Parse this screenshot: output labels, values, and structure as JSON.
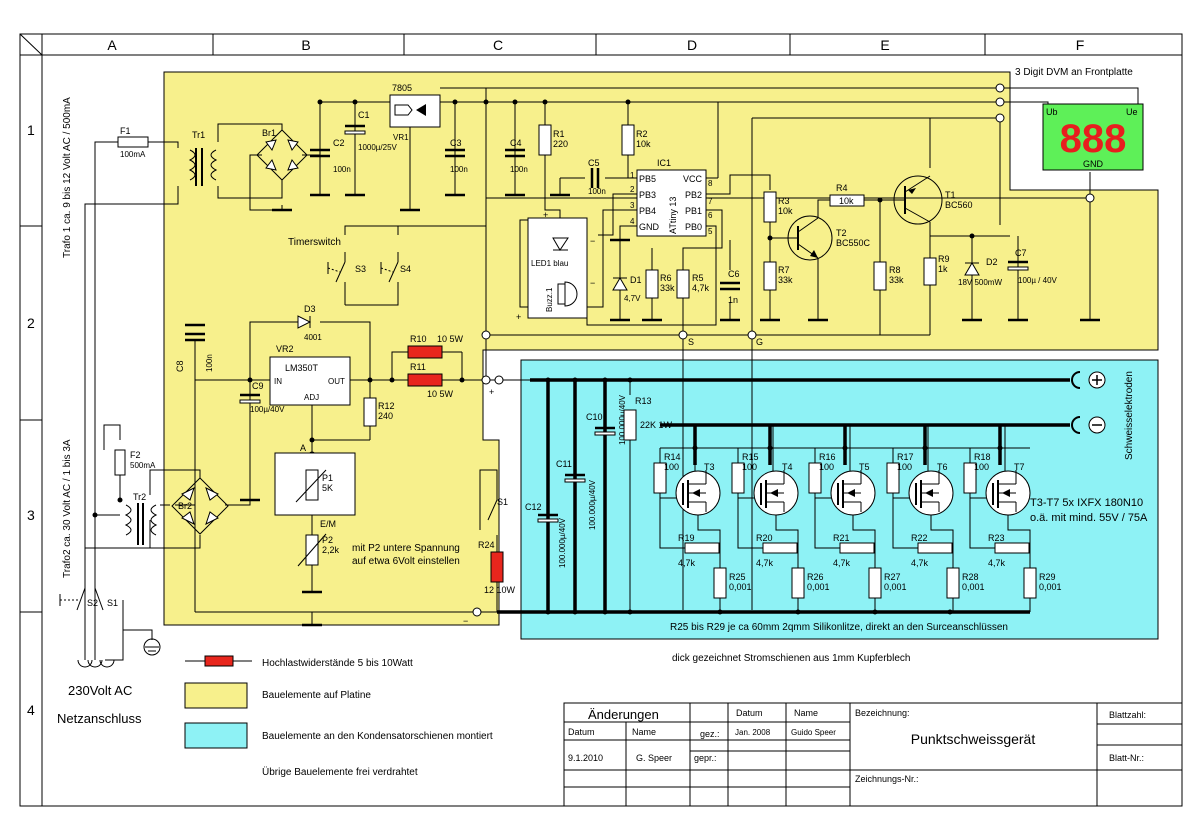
{
  "frame": {
    "columns": [
      "A",
      "B",
      "C",
      "D",
      "E",
      "F"
    ],
    "rows": [
      "1",
      "2",
      "3",
      "4"
    ]
  },
  "side_labels": {
    "trafo1": "Trafo 1 ca. 9 bis 12 Volt AC / 500mA",
    "trafo2": "Trafo2 ca. 30 Volt AC / 1 bis 3A",
    "electrodes": "Schweisselektroden"
  },
  "annotations": {
    "dvm": "3 Digit DVM an Frontplatte",
    "dvm_display": "888",
    "dvm_ub": "Ub",
    "dvm_ue": "Ue",
    "dvm_gnd": "GND",
    "timerswitch": "Timerswitch",
    "p2_note_1": "mit P2 untere Spannung",
    "p2_note_2": "auf etwa 6Volt einstellen",
    "mosfet_note_1": "T3-T7  5x  IXFX 180N10",
    "mosfet_note_2": "o.ä. mit mind. 55V / 75A",
    "r25_note": "R25 bis R29 je ca 60mm 2qmm Silikonlitze, direkt an den Surceanschlüssen",
    "bus_note": "dick gezeichnet Stromschienen aus 1mm Kupferblech",
    "mains_1": "230Volt AC",
    "mains_2": "Netzanschluss",
    "node_s": "S",
    "node_g": "G",
    "node_a": "A",
    "node_em": "E/M",
    "plus": "+",
    "minus": "−"
  },
  "components": {
    "f1": "F1",
    "f1v": "100mA",
    "f2": "F2",
    "f2v": "500mA",
    "tr1": "Tr1",
    "tr2": "Tr2",
    "br1": "Br1",
    "br2": "Br2",
    "c1": "C1",
    "c1v": "1000µ/25V",
    "c2": "C2",
    "c2v": "100n",
    "vr1": "VR1",
    "vr1type": "7805",
    "c3": "C3",
    "c3v": "100n",
    "c4": "C4",
    "c4v": "100n",
    "r1": "R1",
    "r1v": "220",
    "r2": "R2",
    "r2v": "10k",
    "c5": "C5",
    "c5v": "100n",
    "ic1": "IC1",
    "ic1type": "ATtiny 13",
    "pins": [
      "PB5",
      "PB3",
      "PB4",
      "GND",
      "VCC",
      "PB2",
      "PB1",
      "PB0"
    ],
    "pinnums": [
      "1",
      "2",
      "3",
      "4",
      "8",
      "7",
      "6",
      "5"
    ],
    "led1": "LED1 blau",
    "buzz": "Buzz.1",
    "d1": "D1",
    "d1v": "4,7V",
    "r6": "R6",
    "r6v": "33k",
    "r5": "R5",
    "r5v": "4,7k",
    "c6": "C6",
    "c6v": "1n",
    "r3": "R3",
    "r3v": "10k",
    "r7": "R7",
    "r7v": "33k",
    "r4": "R4",
    "r4v": "10k",
    "t2": "T2",
    "t2v": "BC550C",
    "t1": "T1",
    "t1v": "BC560",
    "r8": "R8",
    "r8v": "33k",
    "r9": "R9",
    "r9v": "1k",
    "d2": "D2",
    "d2v": "18V 500mW",
    "c7": "C7",
    "c7v": "100µ / 40V",
    "s3": "S3",
    "s4": "S4",
    "d3": "D3",
    "d3v": "4001",
    "vr2": "VR2",
    "vr2type": "LM350T",
    "in": "IN",
    "out": "OUT",
    "adj": "ADJ",
    "c8": "C8",
    "c8v": "100n",
    "c9": "C9",
    "c9v": "100µ/40V",
    "r10": "R10",
    "r10v": "10 5W",
    "r11": "R11",
    "r11v": "10 5W",
    "r12": "R12",
    "r12v": "240",
    "p1": "P1",
    "p1v": "5K",
    "p2": "P2",
    "p2v": "2,2k",
    "r13": "R13",
    "r13v": "22K 1W",
    "c10": "C10",
    "c10v": "100.000µ/40V",
    "c11": "C11",
    "c11v": "100.000µ/40V",
    "c12": "C12",
    "c12v": "100.000µ/40V",
    "r24": "R24",
    "r24v": "12 10W",
    "s1": "S1",
    "s2": "S2",
    "s2b": "S1",
    "mosfets": [
      {
        "t": "T3",
        "rg": "R14",
        "rgv": "100",
        "rb": "R19",
        "rbv": "4,7k",
        "rs": "R25",
        "rsv": "0,001"
      },
      {
        "t": "T4",
        "rg": "R15",
        "rgv": "100",
        "rb": "R20",
        "rbv": "4,7k",
        "rs": "R26",
        "rsv": "0,001"
      },
      {
        "t": "T5",
        "rg": "R16",
        "rgv": "100",
        "rb": "R21",
        "rbv": "4,7k",
        "rs": "R27",
        "rsv": "0,001"
      },
      {
        "t": "T6",
        "rg": "R17",
        "rgv": "100",
        "rb": "R22",
        "rbv": "4,7k",
        "rs": "R28",
        "rsv": "0,001"
      },
      {
        "t": "T7",
        "rg": "R18",
        "rgv": "100",
        "rb": "R23",
        "rbv": "4,7k",
        "rs": "R29",
        "rsv": "0,001"
      }
    ]
  },
  "legend": {
    "red": "Hochlastwiderstände 5 bis 10Watt",
    "yellow": "Bauelemente auf Platine",
    "cyan": "Bauelemente an den Kondensatorschienen montiert",
    "other": "Übrige Bauelemente frei verdrahtet",
    "colors": {
      "yellow": "#f7f08c",
      "cyan": "#8ef2f5",
      "red": "#e8261d",
      "green": "#5ef058",
      "seg": "#e81e1e"
    }
  },
  "title_block": {
    "aenderungen": "Änderungen",
    "datum": "Datum",
    "name": "Name",
    "change_date": "9.1.2010",
    "change_name": "G. Speer",
    "gez": "gez.:",
    "gepr": "gepr.:",
    "gez_date": "Jan. 2008",
    "gez_name": "Guido Speer",
    "bezeichnung": "Bezeichnung:",
    "title": "Punktschweissgerät",
    "zeichnungs_nr": "Zeichnungs-Nr.:",
    "blattzahl": "Blattzahl:",
    "blatt_nr": "Blatt-Nr.:"
  }
}
